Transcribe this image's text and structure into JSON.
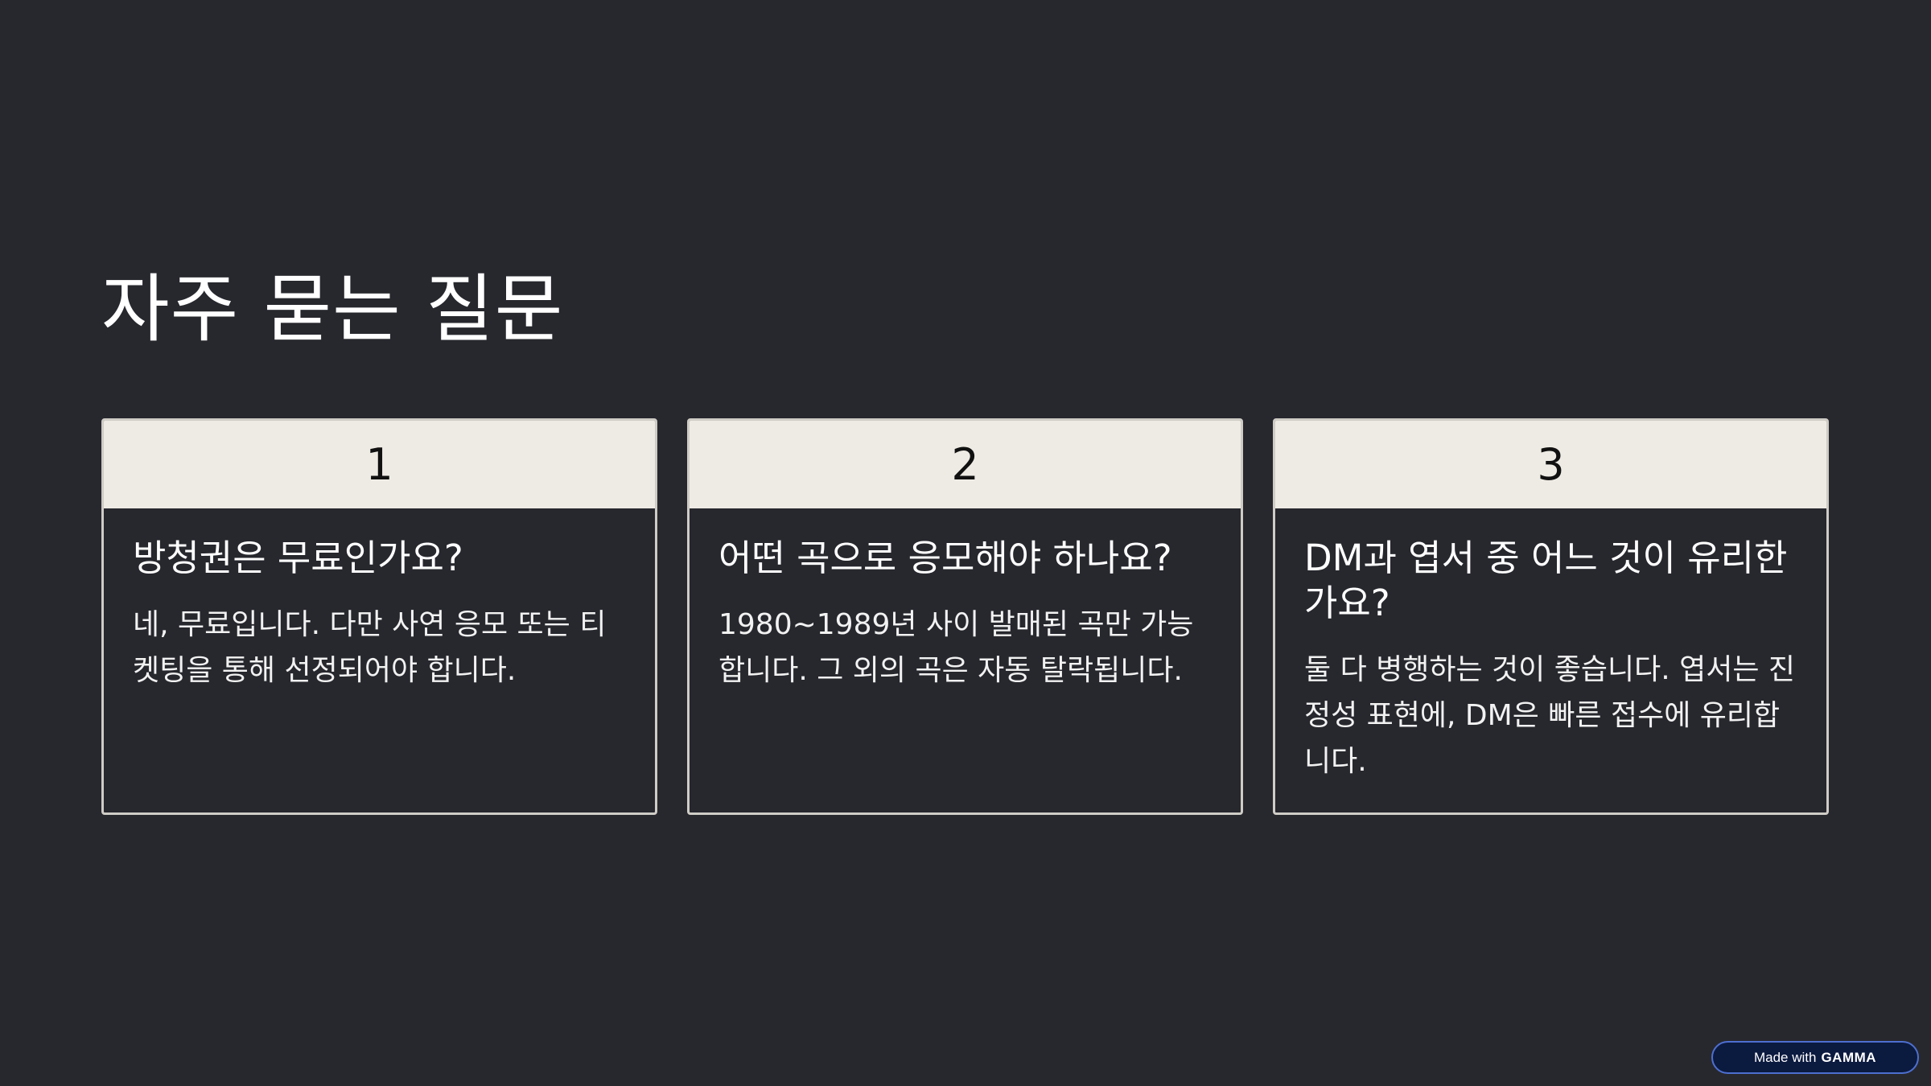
{
  "title": "자주 묻는 질문",
  "faq": [
    {
      "number": "1",
      "question": "방청권은 무료인가요?",
      "answer": "네, 무료입니다. 다만 사연 응모 또는 티켓팅을 통해 선정되어야 합니다."
    },
    {
      "number": "2",
      "question": "어떤 곡으로 응모해야 하나요?",
      "answer": "1980~1989년 사이 발매된 곡만 가능합니다. 그 외의 곡은 자동 탈락됩니다."
    },
    {
      "number": "3",
      "question": "DM과 엽서 중 어느 것이 유리한가요?",
      "answer": "둘 다 병행하는 것이 좋습니다. 엽서는 진정성 표현에, DM은 빠른 접수에 유리합니다."
    }
  ],
  "badge": {
    "prefix": "Made with",
    "brand": "GAMMA"
  },
  "colors": {
    "background": "#27282e",
    "card_header": "#eeebe4",
    "card_border": "#cfccc6",
    "badge_background": "#0b1a3f",
    "badge_border": "#4d6fd0"
  }
}
